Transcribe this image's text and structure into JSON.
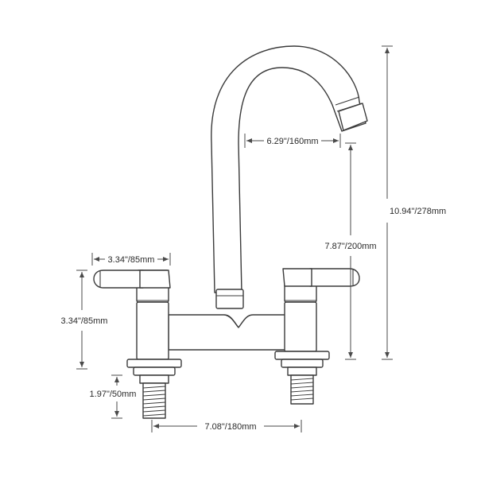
{
  "dimensions": {
    "spout_reach": "6.29\"/160mm",
    "total_height": "10.94\"/278mm",
    "spout_height": "7.87\"/200mm",
    "handle_length": "3.34\"/85mm",
    "handle_height": "3.34\"/85mm",
    "shank_length": "1.97\"/50mm",
    "center_spacing": "7.08\"/180mm"
  },
  "colors": {
    "line": "#3a3a3a",
    "background": "#ffffff"
  }
}
